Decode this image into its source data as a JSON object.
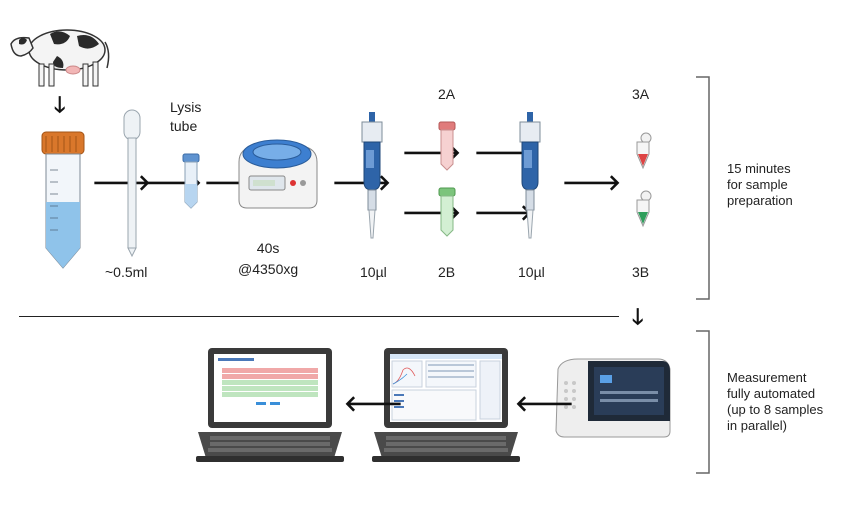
{
  "labels": {
    "pipette_volume": "~0.5ml",
    "lysis_tube": "Lysis\ntube",
    "centrifuge_setting": "40s\n@4350xg",
    "pipette1_volume": "10µl",
    "tube_2a": "2A",
    "tube_2b": "2B",
    "pipette2_volume": "10µl",
    "tube_3a": "3A",
    "tube_3b": "3B"
  },
  "side_notes": {
    "prep_time": "15 minutes\nfor sample\npreparation",
    "measurement": "Measurement\nfully automated\n(up to 8 samples\nin parallel)"
  },
  "icons": {
    "cow": "cow-icon",
    "sample_tube": "sample-tube-icon",
    "transfer_pipette": "transfer-pipette-icon",
    "lysis_tube": "lysis-tube-icon",
    "centrifuge": "centrifuge-icon",
    "micropipette": "micropipette-icon",
    "pcr_instrument": "pcr-instrument-icon",
    "laptop": "laptop-icon"
  },
  "colors": {
    "cap_orange": "#d9772b",
    "liquid_blue": "#8fc3ea",
    "pipette_blue": "#2e64a8",
    "tube_red": "#e07b7b",
    "tube_green": "#7cc47c"
  }
}
